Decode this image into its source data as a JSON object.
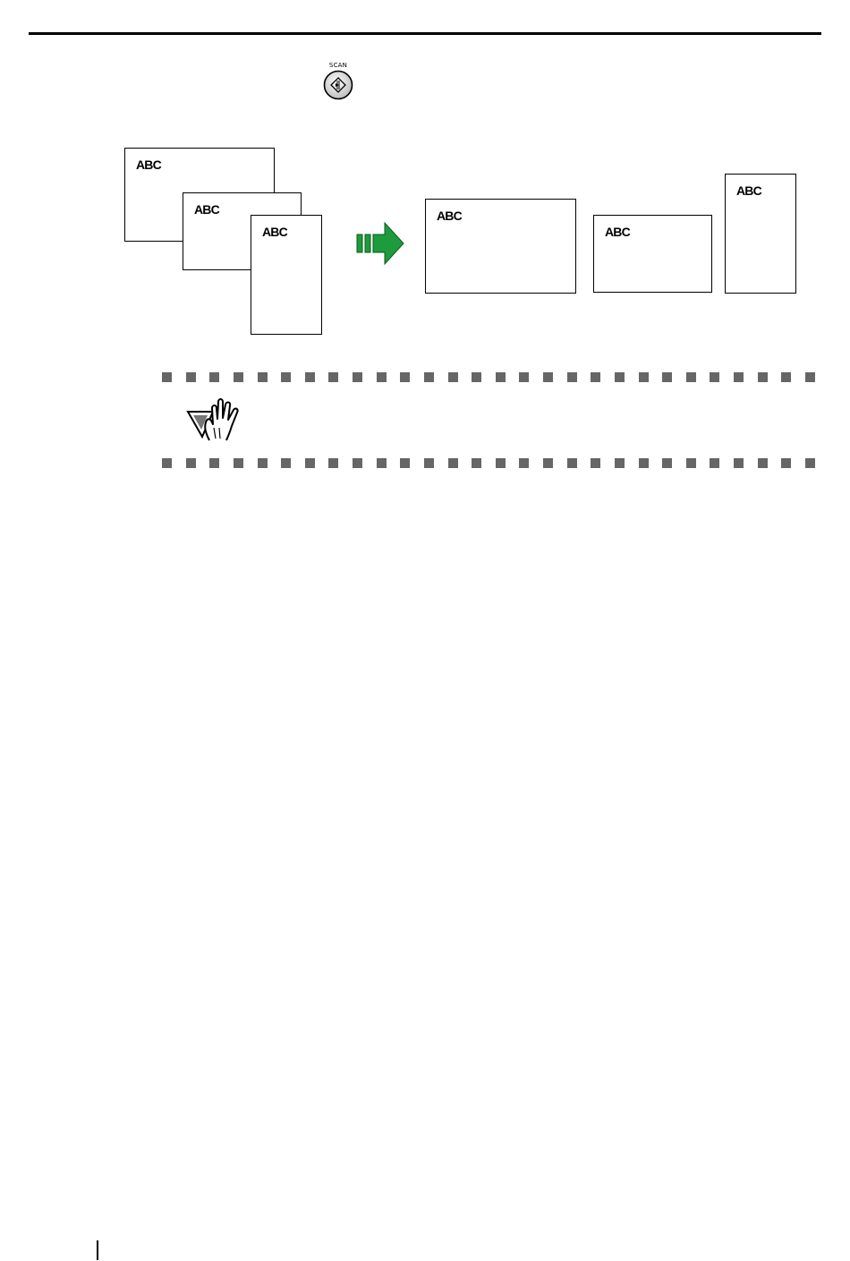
{
  "scan_button": {
    "label": "SCAN",
    "icon": "scan-start-icon"
  },
  "before_documents": [
    {
      "label": "ABC"
    },
    {
      "label": "ABC"
    },
    {
      "label": "ABC"
    }
  ],
  "after_documents": [
    {
      "label": "ABC"
    },
    {
      "label": "ABC"
    },
    {
      "label": "ABC"
    }
  ],
  "arrow": {
    "icon": "green-right-arrow-icon",
    "color": "#1e9b3c"
  },
  "note_box": {
    "icon": "attention-hand-icon",
    "dot_color": "#666666"
  }
}
